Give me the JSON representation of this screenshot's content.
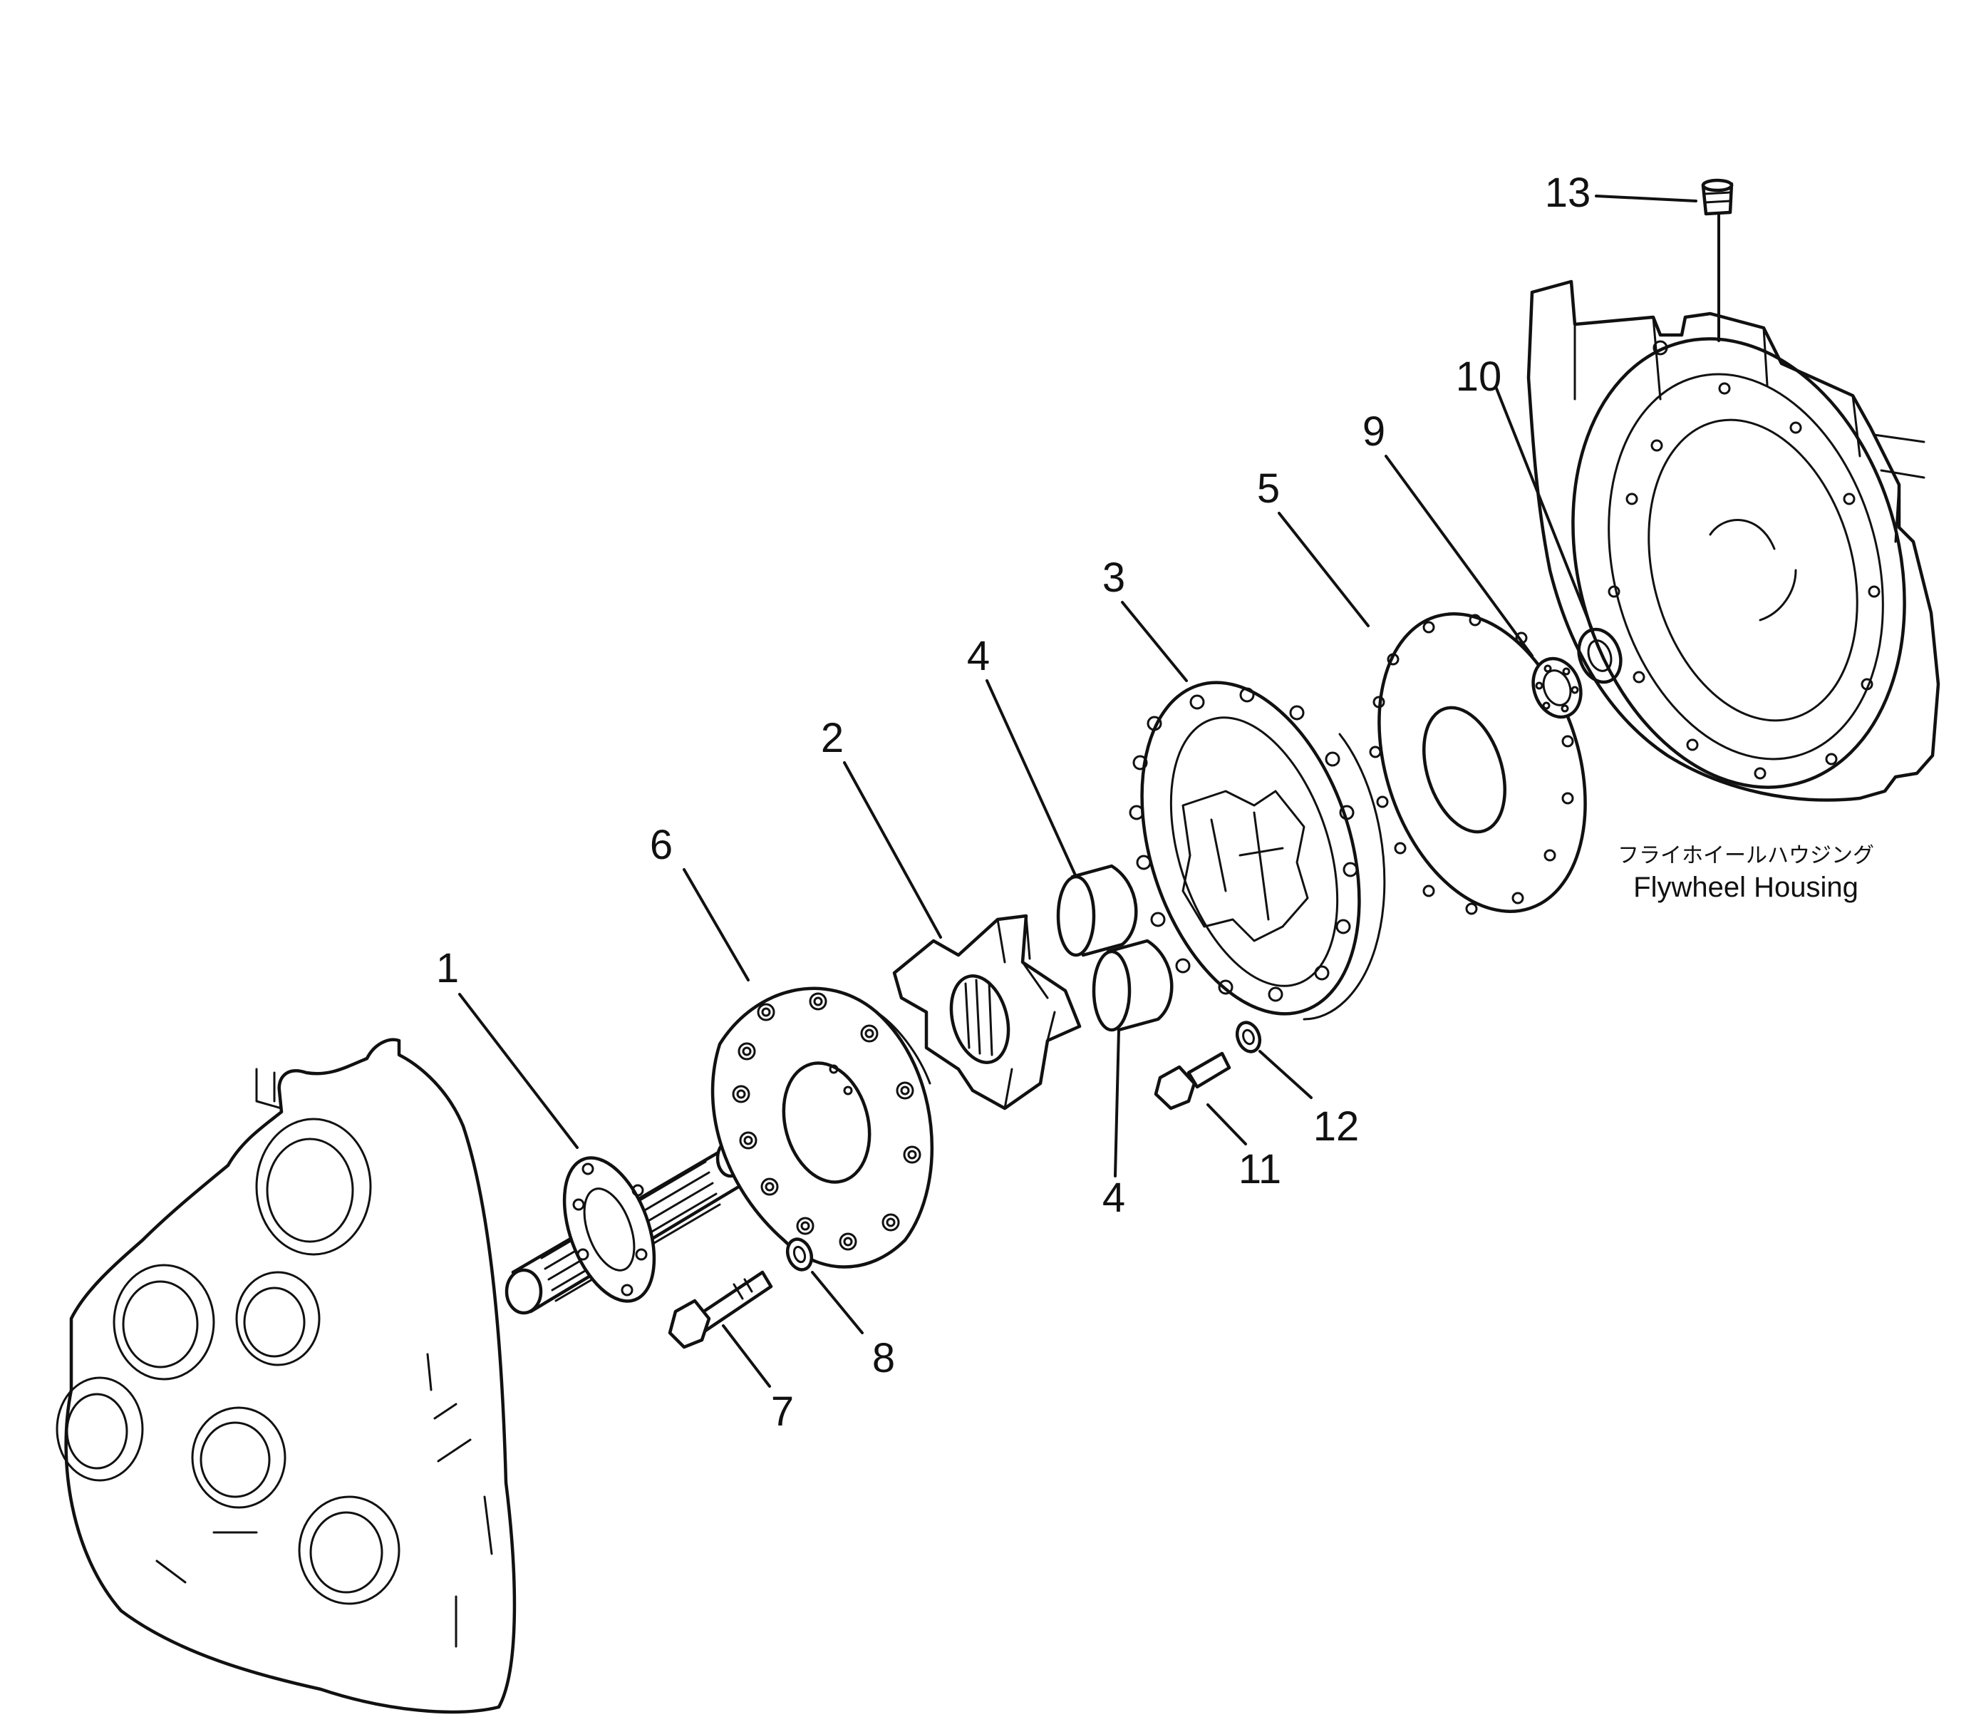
{
  "callouts": [
    "1",
    "2",
    "3",
    "4",
    "4",
    "5",
    "6",
    "7",
    "8",
    "9",
    "10",
    "11",
    "12",
    "13"
  ],
  "caption": {
    "japanese": "フライホイールハウジング",
    "english": "Flywheel Housing"
  }
}
